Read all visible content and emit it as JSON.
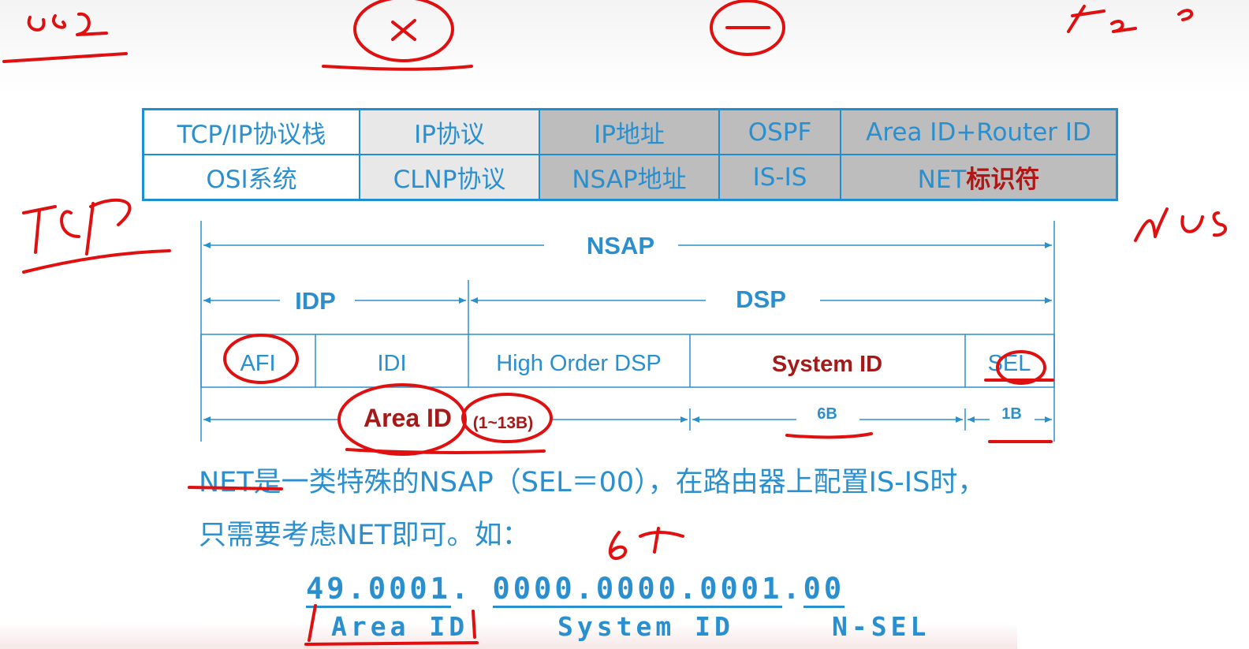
{
  "table": {
    "rows": [
      [
        "TCP/IP协议栈",
        "IP协议",
        "IP地址",
        "OSPF",
        "Area ID+Router ID"
      ],
      [
        "OSI系统",
        "CLNP协议",
        "NSAP地址",
        "IS-IS",
        "NET",
        "标识符"
      ]
    ]
  },
  "diagram": {
    "nsap": "NSAP",
    "idp": "IDP",
    "dsp": "DSP",
    "fields": [
      "AFI",
      "IDI",
      "High Order DSP",
      "System ID",
      "SEL"
    ],
    "area_id": "Area ID",
    "area_size": "(1~13B)",
    "sysid_size": "6B",
    "sel_size": "1B"
  },
  "paragraph": {
    "line1": "NET是一类特殊的NSAP（SEL＝00），在路由器上配置IS-IS时，",
    "line2": "只需要考虑NET即可。如："
  },
  "example": {
    "area": "49.0001",
    "dot1": ".",
    "system": "0000.0000.0001",
    "dot2": ".",
    "nsel": "00",
    "area_label": "Area ID",
    "system_label": "System ID",
    "nsel_label": "N-SEL"
  },
  "colors": {
    "accent": "#2a8fcf",
    "emphasis": "#a51919",
    "annotation": "#e01010"
  }
}
